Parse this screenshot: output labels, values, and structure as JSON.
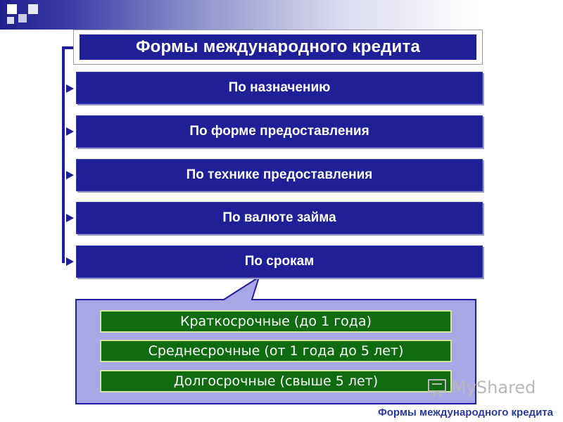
{
  "title": "Формы международного кредита",
  "categories": [
    "По назначению",
    "По форме предоставления",
    "По технике предоставления",
    "По валюте займа",
    "По срокам"
  ],
  "term_types": [
    "Краткосрочные (до 1 года)",
    "Среднесрочные (от 1 года до 5 лет)",
    "Долгосрочные (свыше 5 лет)"
  ],
  "watermark": "MyShared",
  "footer_caption": "Формы международного кредита",
  "colors": {
    "bar_blue": "#1f1f97",
    "callout_fill": "#a8a8e6",
    "green": "#0f6b0f"
  }
}
